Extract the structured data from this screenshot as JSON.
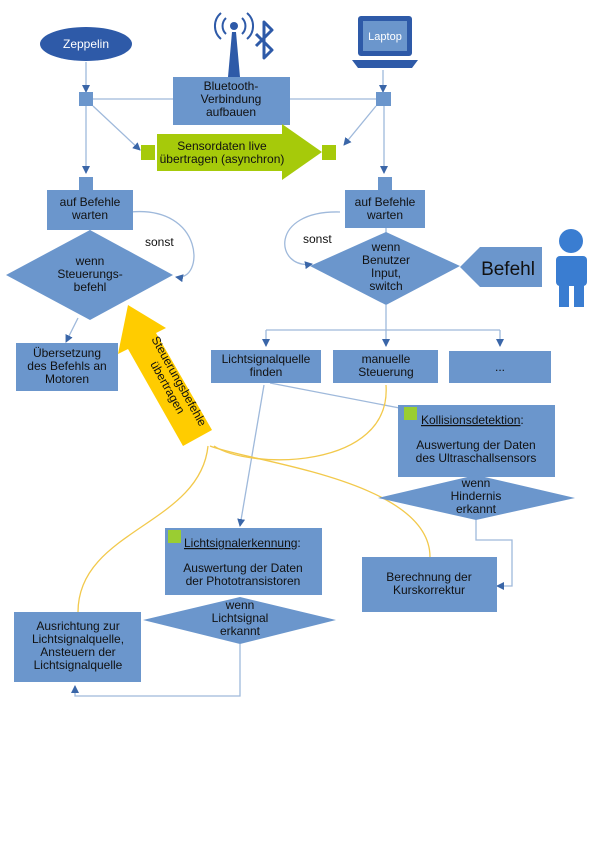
{
  "colors": {
    "box": "#6b96cc",
    "box_stroke": "#4d7ab5",
    "line": "#9fb9db",
    "green": "#a6ca0a",
    "yellow": "#ffcc00",
    "yellow_line": "#f2c94c",
    "ellipse": "#2e5aa8",
    "person": "#3a7dd1",
    "small_green": "#9acd32"
  },
  "nodes": {
    "zeppelin": "Zeppelin",
    "laptop": "Laptop",
    "bluetooth": "Bluetooth-\nVerbindung\naufbauen",
    "sensordaten": "Sensordaten live\nübertragen (asynchron)",
    "wait_left": "auf Befehle\nwarten",
    "wait_right": "auf Befehle\nwarten",
    "decision_left": "wenn\nSteuerungs-\nbefehl",
    "decision_right": "wenn\nBenutzer\nInput,\nswitch",
    "sonst_left": "sonst",
    "sonst_right": "sonst",
    "befehl": "Befehl",
    "uebersetzung": "Übersetzung\ndes Befehls an\nMotoren",
    "steuerungsbefehle": "Steuerungsbefehle\nübertragen",
    "lichtsignalquelle_finden": "Lichtsignalquelle\nfinden",
    "manuelle_steuerung": "manuelle\nSteuerung",
    "dots": "...",
    "kollision_title": "Kollisionsdetektion",
    "kollision_colon": ":",
    "kollision_body": "Auswertung der Daten\ndes Ultraschallsensors",
    "hindernis": "wenn\nHindernis\nerkannt",
    "licht_title": "Lichtsignalerkennung",
    "licht_colon": ":",
    "licht_body": "Auswertung der Daten\nder Phototransistoren",
    "lichtsignal_erkannt": "wenn\nLichtsignal\nerkannt",
    "kurskorrektur": "Berechnung der\nKurskorrektur",
    "ausrichtung": "Ausrichtung zur\nLichtsignalquelle,\nAnsteuern der\nLichtsignalquelle"
  }
}
